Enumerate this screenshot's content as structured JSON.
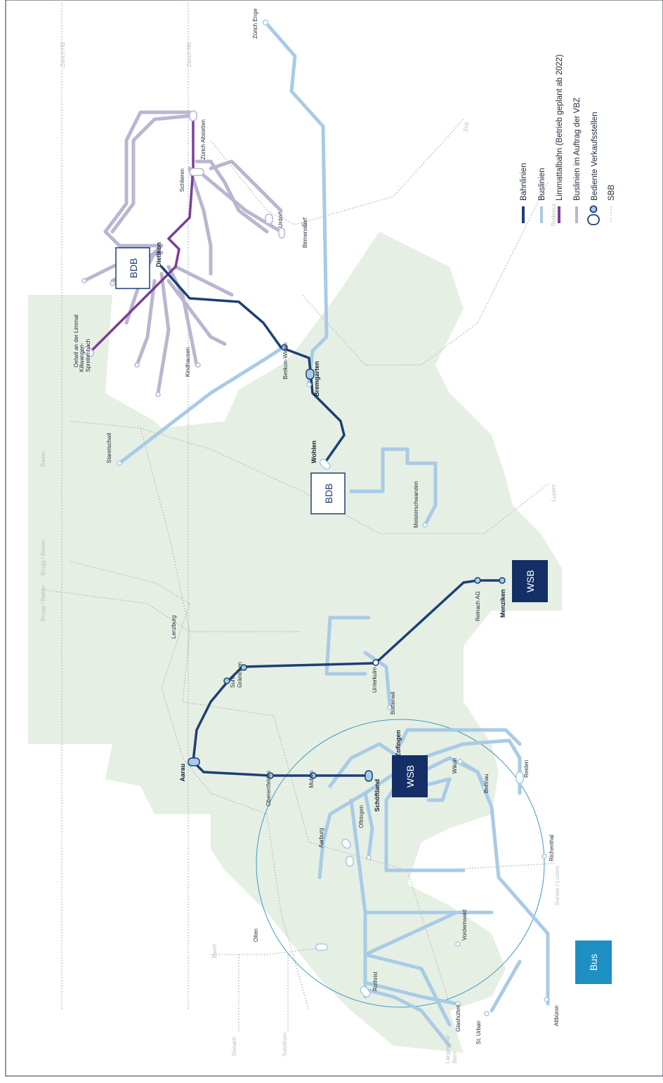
{
  "colors": {
    "bahn": "#1e3f76",
    "bus": "#a8cbe6",
    "limmattal": "#7a3e95",
    "vbz": "#b9b6d1",
    "sbb": "#b5bcc4",
    "region": "#e6efe3",
    "wsb_fill": "#132f66",
    "bus_fill": "#1e8fc3",
    "circle": "#3a9ac4"
  },
  "icons": [
    "station-dot-icon",
    "station-capsule-icon"
  ],
  "legend": {
    "bahnlinien": "Bahnlinien",
    "buslinien": "Buslinien",
    "limmattalbahn": "Limmattalbahn (Betrieb geplant ab 2022)",
    "vbz": "Buslinien im Auftrag der VBZ",
    "verkauf": "Bediente Verkaufsstellen",
    "sbb": "SBB"
  },
  "boxes": {
    "bdb_top": "BDB",
    "bdb_mid": "BDB",
    "wsb_top": "WSB",
    "wsb_bottom": "WSB",
    "bus": "Bus"
  },
  "stations": {
    "zuerich_enge": "Zürich Enge",
    "zuerich_altstetten": "Zürich Altstetten",
    "schlieren": "Schlieren",
    "urdorf": "Urdorf",
    "birmensdorf": "Birmensdorf",
    "dietikon": "Dietikon",
    "oetwil": "Oetwil an der Limmat",
    "killwangen": "Killwangen-",
    "spreitenbach": "Spreitenbach",
    "kindhausen": "Kindhausen",
    "berikon": "Berikon-Widen",
    "bremgarten": "Bremgarten",
    "staretschwil": "Staretschwil",
    "wohlen": "Wohlen",
    "meisterschwanden": "Meisterschwanden",
    "lenzburg": "Lenzburg",
    "reinach": "Reinach AG",
    "menziken": "Menziken",
    "graenichen": "Gränichen",
    "suhr": "Suhr",
    "unterkulm": "Unterkulm",
    "aarau": "Aarau",
    "oberentfelden": "Oberentfelden",
    "muhen": "Muhen",
    "schoeftland": "Schöftland",
    "bottenwil": "Bottenwil",
    "zofingen": "Zofingen",
    "wikon": "Wikon",
    "reiden": "Reiden",
    "brittnau": "Brittnau",
    "richenthal": "Richenthal",
    "oftringen": "Oftringen",
    "aarburg": "Aarburg",
    "olten": "Olten",
    "vordemwald": "Vordemwald",
    "rothrist": "Rothrist",
    "glashuetten": "Glashütten",
    "st_urban": "St. Urban",
    "altbueron": "Altbüron"
  },
  "destinations": {
    "zuerich_hb_1": "Zürich HB",
    "zuerich_hb_2": "Zürich HB",
    "zug": "Zug",
    "baden": "Baden",
    "rotkreuz": "Rotkreuz",
    "luzern": "Luzern",
    "brugg_baden_1": "Brugg / Baden",
    "brugg_baden_2": "Brugg / Baden",
    "basel": "Basel",
    "sissach": "Sissach",
    "solothurn": "Solothurn",
    "langenthal": "Langenthal",
    "bern": "Bern",
    "sursee_luzern": "Sursee / Luzern"
  }
}
